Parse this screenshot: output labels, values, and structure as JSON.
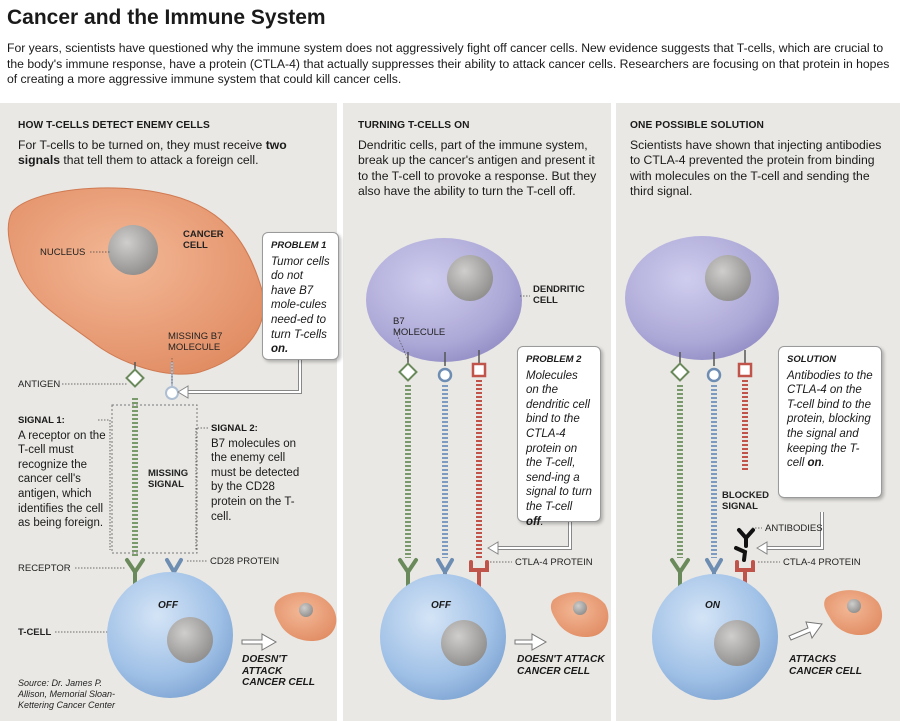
{
  "title": "Cancer and the Immune System",
  "intro": "For years, scientists have questioned why the immune system does not aggressively fight off cancer cells. New evidence suggests that T-cells, which are crucial to the body's immune response, have a protein (CTLA-4) that actually suppresses their ability to attack cancer cells. Researchers are focusing on that protein in hopes of creating a more aggressive immune system that could kill cancer cells.",
  "panel1": {
    "title": "HOW T-CELLS DETECT ENEMY CELLS",
    "desc_pre": "For T-cells to be turned on, they must receive ",
    "desc_bold": "two signals",
    "desc_post": " that tell them to attack a foreign cell.",
    "label_nucleus": "NUCLEUS",
    "label_cancer_cell": "CANCER CELL",
    "label_missing_b7": "MISSING B7 MOLECULE",
    "label_antigen": "ANTIGEN",
    "label_missing_signal": "MISSING SIGNAL",
    "label_receptor": "RECEPTOR",
    "label_cd28": "CD28 PROTEIN",
    "label_tcell": "T-CELL",
    "state": "OFF",
    "caption": "DOESN'T ATTACK CANCER CELL",
    "problem": {
      "heading": "PROBLEM 1",
      "text_pre": "Tumor cells do not have B7 mole-cules need-ed to turn T-cells ",
      "text_bold": "on."
    },
    "signal1": {
      "heading": "SIGNAL 1:",
      "text": "A receptor on the T-cell must recognize the cancer cell's antigen, which identifies the cell as being foreign."
    },
    "signal2": {
      "heading": "SIGNAL 2:",
      "text": "B7 molecules on the enemy cell must be detected by the CD28 protein on the T-cell."
    },
    "source": "Source: Dr. James P. Allison, Memorial Sloan-Kettering Cancer Center"
  },
  "panel2": {
    "title": "TURNING T-CELLS ON",
    "desc": "Dendritic cells, part of the immune system, break up the cancer's antigen and present it to the T-cell to provoke a response. But they also have the ability to turn the T-cell off.",
    "label_dendritic": "DENDRITIC CELL",
    "label_b7": "B7 MOLECULE",
    "label_ctla4": "CTLA-4 PROTEIN",
    "state": "OFF",
    "caption": "DOESN'T ATTACK CANCER CELL",
    "problem": {
      "heading": "PROBLEM 2",
      "text_pre": "Molecules on the dendritic cell bind to the CTLA-4 protein on the T-cell, send-ing a signal to turn the T-cell ",
      "text_bold": "off",
      "text_post": "."
    }
  },
  "panel3": {
    "title": "ONE POSSIBLE SOLUTION",
    "desc": "Scientists have shown that injecting antibodies to CTLA-4 prevented the protein from binding with molecules on the T-cell and sending the third signal.",
    "label_blocked": "BLOCKED SIGNAL",
    "label_antibodies": "ANTIBODIES",
    "label_ctla4": "CTLA-4 PROTEIN",
    "state": "ON",
    "caption": "ATTACKS CANCER CELL",
    "solution": {
      "heading": "SOLUTION",
      "text_pre": "Antibodies to the CTLA-4 on the T-cell bind to the protein, blocking the signal and keeping the T-cell ",
      "text_bold": "on",
      "text_post": "."
    }
  },
  "colors": {
    "panel_bg": "#e9e8e4",
    "cancer": "#e89a72",
    "tcell": "#9fc0e6",
    "dendritic": "#b1aedb",
    "nucleus": "#a6a5a3",
    "green_signal": "#7a9a6b",
    "blue_signal": "#7d9ac0",
    "red_signal": "#c0534a"
  }
}
